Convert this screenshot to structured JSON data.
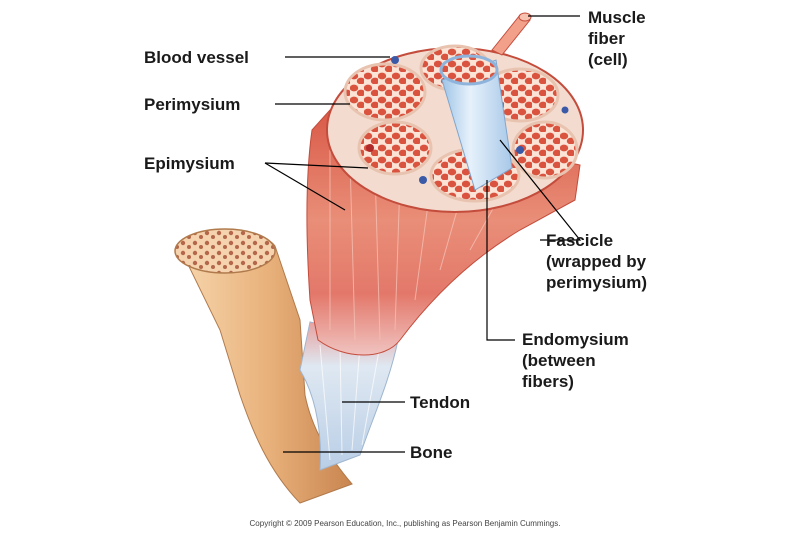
{
  "labels": {
    "blood_vessel": "Blood vessel",
    "perimysium": "Perimysium",
    "epimysium": "Epimysium",
    "muscle_fiber": [
      "Muscle",
      "fiber",
      "(cell)"
    ],
    "fascicle": [
      "Fascicle",
      "(wrapped by",
      "perimysium)"
    ],
    "endomysium": [
      "Endomysium",
      "(between",
      "fibers)"
    ],
    "tendon": "Tendon",
    "bone": "Bone"
  },
  "copyright": "Copyright © 2009 Pearson Education, Inc., publishing as Pearson Benjamin Cummings.",
  "colors": {
    "muscle_red": "#d9604f",
    "muscle_light": "#eea08c",
    "perimysium_wall": "#f3dccf",
    "fiber_red": "#d9533f",
    "tendon_blue": "#c6d9ee",
    "bone": "#e9b27c",
    "bone_marrow": "#b4674a",
    "leader_line": "#000000"
  }
}
